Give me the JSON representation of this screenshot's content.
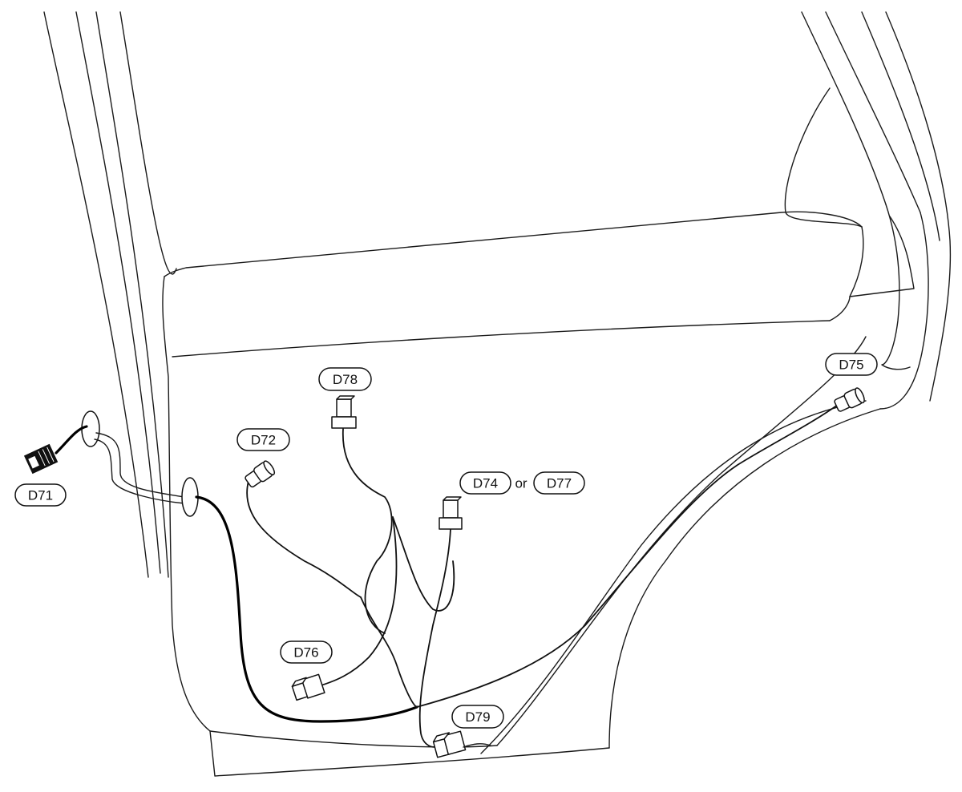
{
  "labels": {
    "d71": "D71",
    "d72": "D72",
    "d74": "D74",
    "or": "or",
    "d77": "D77",
    "d75": "D75",
    "d76": "D76",
    "d78": "D78",
    "d79": "D79"
  }
}
